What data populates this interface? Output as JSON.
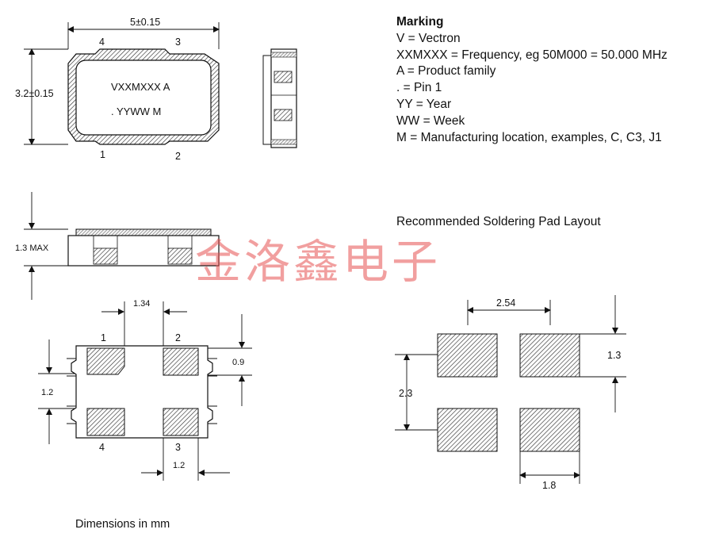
{
  "marking": {
    "heading": "Marking",
    "lines": [
      "V = Vectron",
      "XXMXXX = Frequency, eg 50M000 = 50.000 MHz",
      "A = Product family",
      ". = Pin 1",
      "YY = Year",
      "WW = Week",
      "M = Manufacturing location, examples, C, C3, J1"
    ]
  },
  "top_view": {
    "width_dim": "5±0.15",
    "height_dim": "3.2±0.15",
    "pins_top": [
      "4",
      "3"
    ],
    "pins_bottom": [
      "1",
      "2"
    ],
    "marking_line1": "VXXMXXX A",
    "marking_line2": ".  YYWW M"
  },
  "side_view": {
    "height_label": "1.3 MAX"
  },
  "bottom_view": {
    "pad_pitch_label": "1.34",
    "pad_height_label": "0.9",
    "pad_gap_label": "1.2",
    "pad_width_label": "1.2",
    "pins_top": [
      "1",
      "2"
    ],
    "pins_bottom": [
      "4",
      "3"
    ]
  },
  "pad_layout": {
    "title": "Recommended Soldering Pad Layout",
    "pitch_x_label": "2.54",
    "pad_h_label": "1.3",
    "pitch_y_label": "2.3",
    "pad_w_label": "1.8"
  },
  "footer": "Dimensions in mm",
  "watermark": "金洛鑫电子"
}
